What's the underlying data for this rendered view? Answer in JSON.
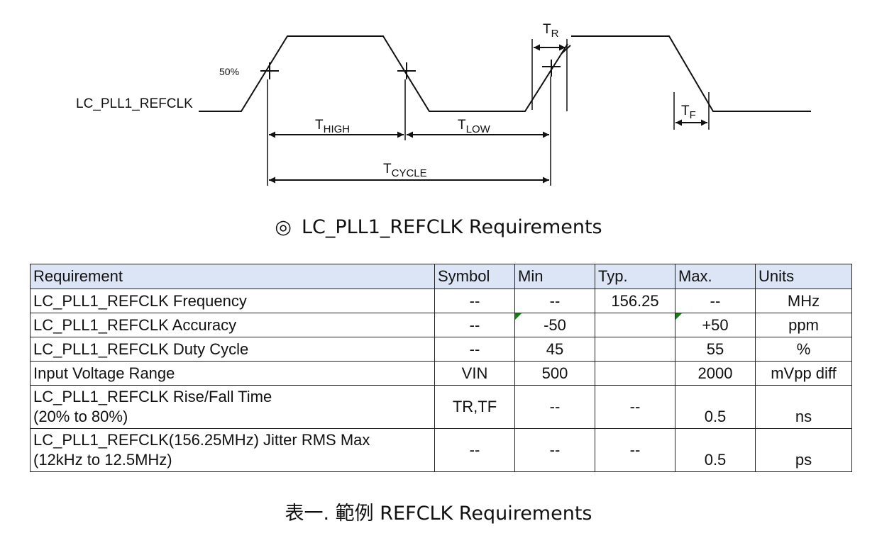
{
  "timing_diagram": {
    "signal_label": "LC_PLL1_REFCLK",
    "threshold_label": "50%",
    "t_high": {
      "main": "T",
      "sub": "HIGH"
    },
    "t_low": {
      "main": "T",
      "sub": "LOW"
    },
    "t_cycle": {
      "main": "T",
      "sub": "CYCLE"
    },
    "t_rise": {
      "main": "T",
      "sub": "R"
    },
    "t_fall": {
      "main": "T",
      "sub": "F"
    }
  },
  "caption_top": {
    "symbol": "◎",
    "text": "LC_PLL1_REFCLK Requirements"
  },
  "table": {
    "headers": [
      "Requirement",
      "Symbol",
      "Min",
      "Typ.",
      "Max.",
      "Units"
    ],
    "rows": [
      {
        "requirement": [
          "LC_PLL1_REFCLK Frequency"
        ],
        "symbol": "--",
        "min": "--",
        "typ": "156.25",
        "max": "--",
        "units": "MHz"
      },
      {
        "requirement": [
          "LC_PLL1_REFCLK Accuracy"
        ],
        "symbol": "--",
        "min": "-50",
        "typ": "",
        "max": "+50",
        "units": "ppm"
      },
      {
        "requirement": [
          "LC_PLL1_REFCLK Duty Cycle"
        ],
        "symbol": "--",
        "min": "45",
        "typ": "",
        "max": "55",
        "units": "%"
      },
      {
        "requirement": [
          "Input Voltage Range"
        ],
        "symbol": "VIN",
        "min": "500",
        "typ": "",
        "max": "2000",
        "units": "mVpp diff"
      },
      {
        "requirement": [
          "LC_PLL1_REFCLK Rise/Fall Time",
          "(20% to 80%)"
        ],
        "symbol": "TR,TF",
        "min": "--",
        "typ": "--",
        "max": "0.5",
        "units": "ns"
      },
      {
        "requirement": [
          "LC_PLL1_REFCLK(156.25MHz) Jitter RMS Max",
          "(12kHz to 12.5MHz)"
        ],
        "symbol": "--",
        "min": "--",
        "typ": "--",
        "max": "0.5",
        "units": "ps"
      }
    ]
  },
  "caption_bottom": {
    "text": "表一. 範例 REFCLK Requirements"
  }
}
